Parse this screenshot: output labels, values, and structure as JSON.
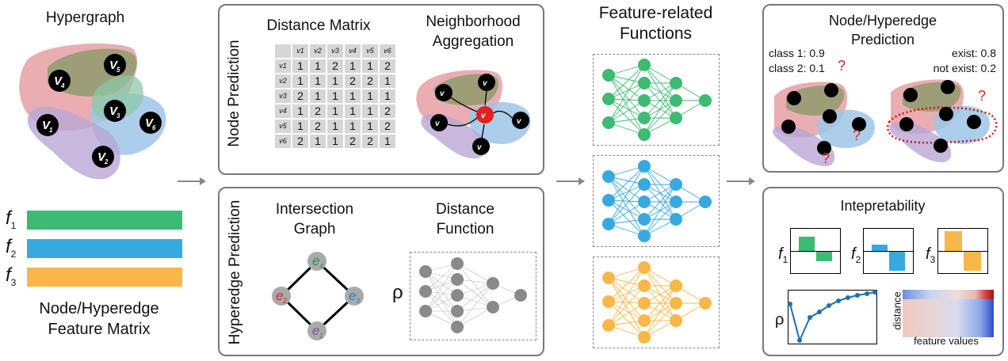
{
  "left": {
    "hypergraph_title": "Hypergraph",
    "feature_matrix_title_line1": "Node/Hyperedge",
    "feature_matrix_title_line2": "Feature Matrix",
    "features": [
      {
        "label": "f",
        "sub": "1",
        "color": "#3dba73"
      },
      {
        "label": "f",
        "sub": "2",
        "color": "#38a9e0"
      },
      {
        "label": "f",
        "sub": "3",
        "color": "#f8b748"
      }
    ],
    "nodes": [
      {
        "label": "V",
        "sub": "1"
      },
      {
        "label": "V",
        "sub": "2"
      },
      {
        "label": "V",
        "sub": "3"
      },
      {
        "label": "V",
        "sub": "4"
      },
      {
        "label": "V",
        "sub": "5"
      },
      {
        "label": "V",
        "sub": "6"
      }
    ]
  },
  "node_panel": {
    "side_label": "Node Prediction",
    "matrix_title": "Distance Matrix",
    "aggregation_title_line1": "Neighborhood",
    "aggregation_title_line2": "Aggregation",
    "matrix_headers": [
      "v1",
      "v2",
      "v3",
      "v4",
      "v5",
      "v6"
    ],
    "matrix_rows": [
      [
        "1",
        "1",
        "2",
        "1",
        "1",
        "2"
      ],
      [
        "1",
        "1",
        "1",
        "2",
        "2",
        "1"
      ],
      [
        "2",
        "1",
        "1",
        "1",
        "1",
        "1"
      ],
      [
        "1",
        "2",
        "1",
        "1",
        "1",
        "2"
      ],
      [
        "1",
        "2",
        "1",
        "1",
        "1",
        "2"
      ],
      [
        "2",
        "1",
        "1",
        "2",
        "2",
        "1"
      ]
    ]
  },
  "hyperedge_panel": {
    "side_label": "Hyperedge Prediction",
    "intersection_title_line1": "Intersection",
    "intersection_title_line2": "Graph",
    "distance_title_line1": "Distance",
    "distance_title_line2": "Function",
    "rho": "ρ",
    "edges": [
      {
        "label": "e",
        "sub": "4",
        "color": "#2e8b57"
      },
      {
        "label": "e",
        "sub": "2",
        "color": "#e02020"
      },
      {
        "label": "e",
        "sub": "3",
        "color": "#2a7fbf"
      },
      {
        "label": "e",
        "sub": "1",
        "color": "#7b4fa0"
      }
    ]
  },
  "middle": {
    "title_line1": "Feature-related",
    "title_line2": "Functions",
    "net_colors": [
      "#3dba73",
      "#38a9e0",
      "#f8b748"
    ]
  },
  "prediction_panel": {
    "title_line1": "Node/Hyperedge",
    "title_line2": "Prediction",
    "class1": "class 1: 0.9",
    "class2": "class 2: 0.1",
    "exist": "exist: 0.8",
    "not_exist": "not exist: 0.2",
    "question": "?"
  },
  "interp_panel": {
    "title": "Intepretability",
    "rho": "ρ",
    "distance_label": "distance",
    "feature_values_label": "feature values"
  }
}
